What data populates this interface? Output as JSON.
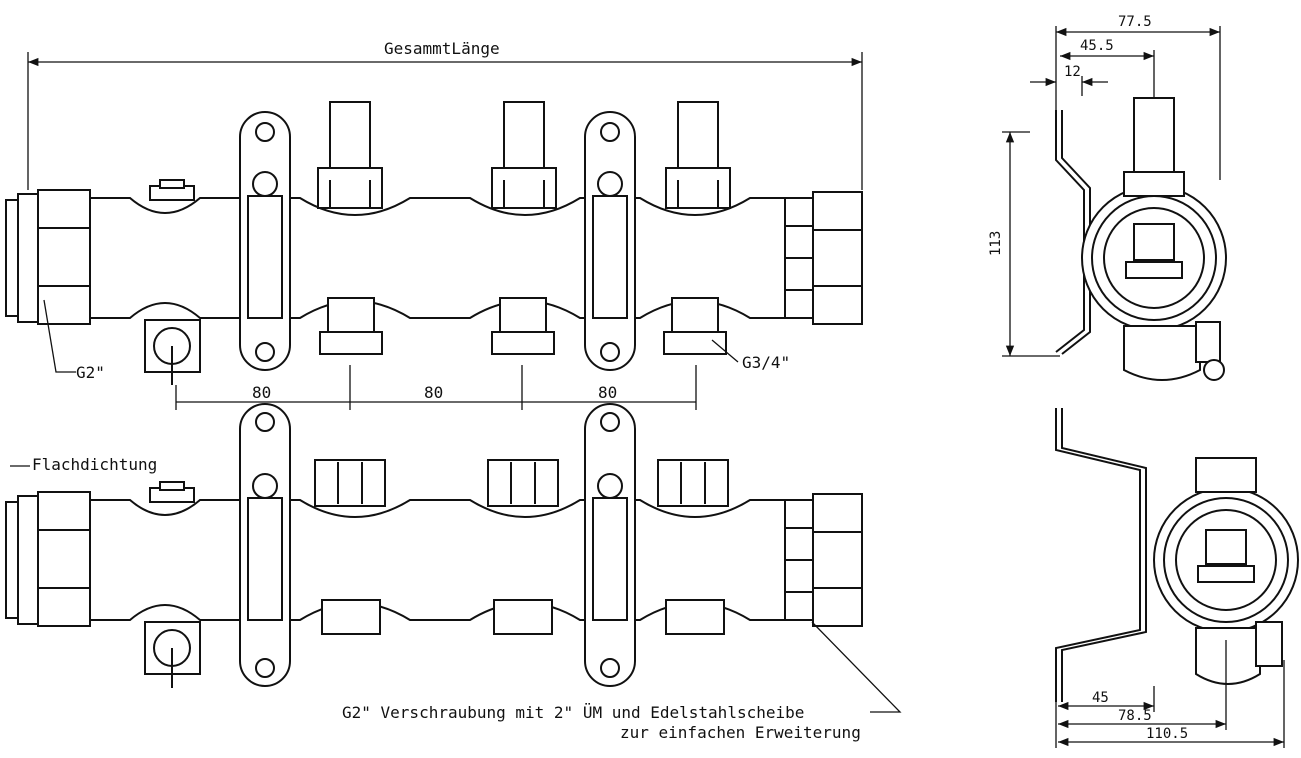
{
  "labels": {
    "total_length": "GesammtLänge",
    "inlet_thread": "G2\"",
    "outlet_thread": "G3/4\"",
    "spacing_1": "80",
    "spacing_2": "80",
    "spacing_3": "80",
    "flat_gasket": "Flachdichtung",
    "note_line1": "G2\" Verschraubung mit 2\" ÜM und Edelstahlscheibe",
    "note_line2": "zur einfachen Erweiterung"
  },
  "side_view_top": {
    "dim_width": "77.5",
    "dim_offset": "45.5",
    "dim_wall": "12",
    "dim_height": "113"
  },
  "side_view_bottom": {
    "dim_1": "45",
    "dim_2": "78.5",
    "dim_3": "110.5"
  }
}
